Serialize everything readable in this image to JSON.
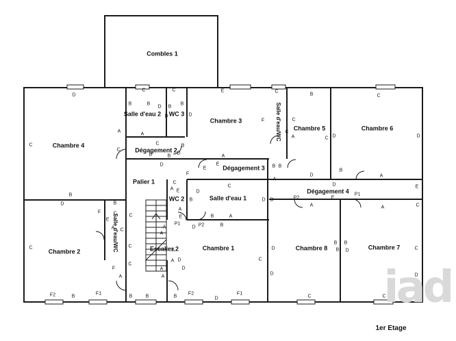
{
  "floor_label": "1er Etage",
  "watermark": "iad",
  "rooms": [
    {
      "id": "combles-1",
      "label": "Combles 1"
    },
    {
      "id": "chambre-4",
      "label": "Chambre 4"
    },
    {
      "id": "salle-deau-2-top",
      "label": "Salle d'eau 2"
    },
    {
      "id": "wc-3",
      "label": "WC 3"
    },
    {
      "id": "chambre-3",
      "label": "Chambre 3"
    },
    {
      "id": "salle-deau-wc",
      "label": "Salle d'eau/WC"
    },
    {
      "id": "chambre-5",
      "label": "Chambre 5"
    },
    {
      "id": "chambre-6",
      "label": "Chambre 6"
    },
    {
      "id": "degagement-2",
      "label": "Dégagement 2"
    },
    {
      "id": "degagement-3",
      "label": "Dégagement 3"
    },
    {
      "id": "palier-1",
      "label": "Palier 1"
    },
    {
      "id": "wc-2",
      "label": "WC 2"
    },
    {
      "id": "salle-deau-1",
      "label": "Salle d'eau 1"
    },
    {
      "id": "degagement-4",
      "label": "Dégagement 4"
    },
    {
      "id": "chambre-2",
      "label": "Chambre 2"
    },
    {
      "id": "salle-deau-wc-2",
      "label": "Salle d'eau/WC"
    },
    {
      "id": "escalier-2",
      "label": "Escalier 2"
    },
    {
      "id": "chambre-1",
      "label": "Chambre 1"
    },
    {
      "id": "chambre-8",
      "label": "Chambre 8"
    },
    {
      "id": "chambre-7",
      "label": "Chambre 7"
    }
  ],
  "markers": [
    "D",
    "B",
    "D",
    "B",
    "C",
    "C",
    "B",
    "C",
    "E",
    "B",
    "C",
    "C",
    "D",
    "B",
    "D",
    "D",
    "D",
    "F",
    "C",
    "B",
    "B",
    "C",
    "C",
    "D",
    "A",
    "A",
    "C",
    "B",
    "D",
    "C",
    "A",
    "A",
    "B",
    "B",
    "D",
    "E",
    "E",
    "A",
    "E",
    "F",
    "A",
    "B",
    "B",
    "C",
    "D",
    "A",
    "D",
    "E",
    "A",
    "A",
    "D",
    "D",
    "A",
    "C",
    "E",
    "B",
    "C",
    "B",
    "D",
    "C",
    "E",
    "C",
    "B",
    "F",
    "P1",
    "A",
    "A",
    "P2",
    "B",
    "D",
    "P2",
    "A",
    "E",
    "P1",
    "A",
    "C",
    "D",
    "B",
    "C",
    "B",
    "B",
    "C",
    "A",
    "C",
    "F",
    "D",
    "A",
    "A",
    "C",
    "A",
    "C",
    "D",
    "B",
    "D",
    "B",
    "D",
    "A",
    "F2",
    "B",
    "F1",
    "B",
    "D",
    "F2",
    "D",
    "F1",
    "C",
    "C"
  ]
}
